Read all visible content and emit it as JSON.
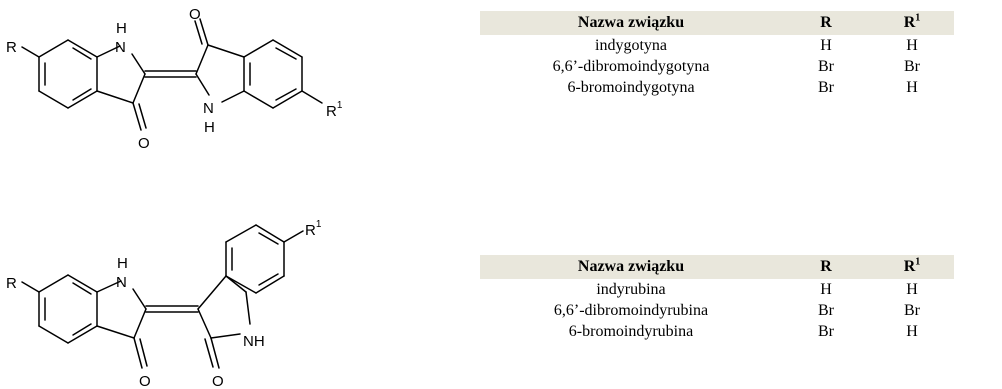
{
  "structure_1": {
    "labels": {
      "R": "R",
      "R1_base": "R",
      "R1_sup": "1",
      "NH_top_H": "H",
      "NH_top_N": "N",
      "O_top": "O",
      "O_bottom": "O",
      "NH_bottom_N": "N",
      "NH_bottom_H": "H"
    }
  },
  "structure_2": {
    "labels": {
      "R": "R",
      "R1_base": "R",
      "R1_sup": "1",
      "NH_H": "H",
      "NH_N": "N",
      "NH_right": "NH",
      "O_left": "O",
      "O_right": "O"
    }
  },
  "table_1": {
    "header": {
      "name": "Nazwa związku",
      "r": "R",
      "r1_base": "R",
      "r1_sup": "1"
    },
    "rows": [
      {
        "name": "indygotyna",
        "r": "H",
        "r1": "H"
      },
      {
        "name": "6,6’-dibromoindygotyna",
        "r": "Br",
        "r1": "Br"
      },
      {
        "name": "6-bromoindygotyna",
        "r": "Br",
        "r1": "H"
      }
    ]
  },
  "table_2": {
    "header": {
      "name": "Nazwa związku",
      "r": "R",
      "r1_base": "R",
      "r1_sup": "1"
    },
    "rows": [
      {
        "name": "indyrubina",
        "r": "H",
        "r1": "H"
      },
      {
        "name": "6,6’-dibromoindyrubina",
        "r": "Br",
        "r1": "Br"
      },
      {
        "name": "6-bromoindyrubina",
        "r": "Br",
        "r1": "H"
      }
    ]
  }
}
